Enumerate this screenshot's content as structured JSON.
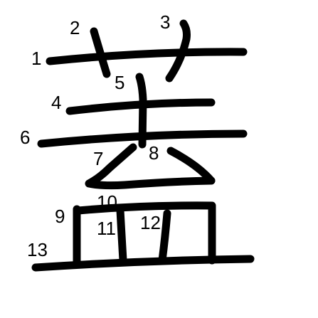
{
  "stroke_order": {
    "ink_color": "#000000",
    "background_color": "#ffffff",
    "strokes": [
      {
        "number": "1"
      },
      {
        "number": "2"
      },
      {
        "number": "3"
      },
      {
        "number": "4"
      },
      {
        "number": "5"
      },
      {
        "number": "6"
      },
      {
        "number": "7"
      },
      {
        "number": "8"
      },
      {
        "number": "9"
      },
      {
        "number": "10"
      },
      {
        "number": "11"
      },
      {
        "number": "12"
      },
      {
        "number": "13"
      }
    ]
  }
}
